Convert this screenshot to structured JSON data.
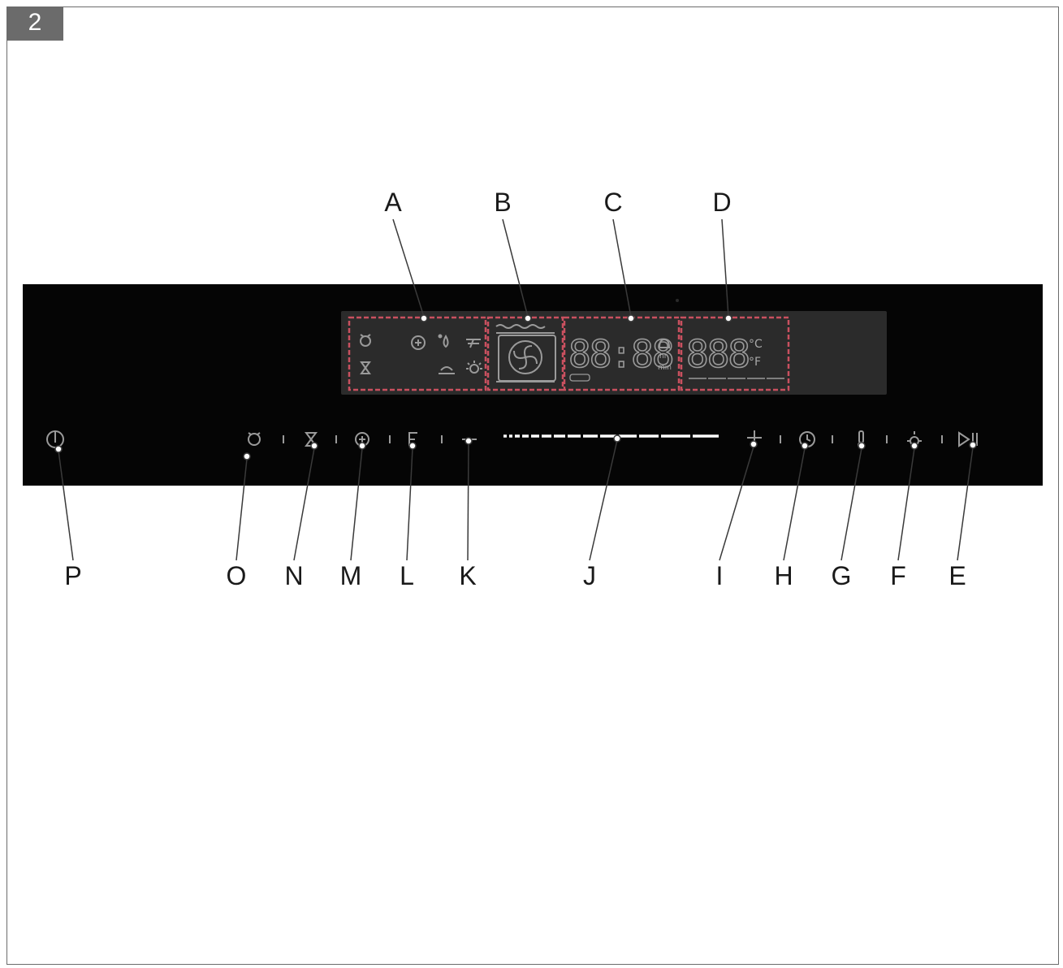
{
  "figure_number": "2",
  "display": {
    "timer_digits": "88:88",
    "timer_units_hr": "hr",
    "timer_units_min": "min",
    "temperature_digits": "888",
    "unit_celsius": "°C",
    "unit_fahrenheit": "°F"
  },
  "callouts_top": [
    {
      "letter": "A",
      "target": "mode-icons-area"
    },
    {
      "letter": "B",
      "target": "oven-fan-area"
    },
    {
      "letter": "C",
      "target": "time-display-area"
    },
    {
      "letter": "D",
      "target": "temperature-display-area"
    }
  ],
  "callouts_bottom": [
    {
      "letter": "P",
      "target": "power-button"
    },
    {
      "letter": "O",
      "target": "alarm-button"
    },
    {
      "letter": "N",
      "target": "timer-button"
    },
    {
      "letter": "M",
      "target": "function-button"
    },
    {
      "letter": "L",
      "target": "f-button"
    },
    {
      "letter": "K",
      "target": "minus-button"
    },
    {
      "letter": "J",
      "target": "slider-bar"
    },
    {
      "letter": "I",
      "target": "plus-button"
    },
    {
      "letter": "H",
      "target": "clock-button"
    },
    {
      "letter": "G",
      "target": "probe-button"
    },
    {
      "letter": "F",
      "target": "light-button"
    },
    {
      "letter": "E",
      "target": "start-pause-button"
    }
  ],
  "colors": {
    "panel": "#050505",
    "display": "#2b2b2b",
    "highlight_dash": "#c9505f",
    "lcd_segment": "#9a9a9a",
    "callout_line": "#3a3a3a"
  }
}
